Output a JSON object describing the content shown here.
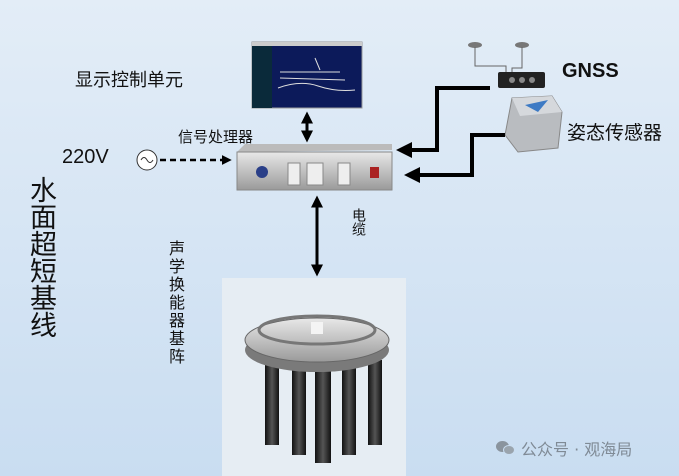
{
  "labels": {
    "display_unit": "显示控制单元",
    "processor": "信号处理器",
    "voltage": "220V",
    "gnss": "GNSS",
    "attitude": "姿态传感器",
    "cable": "电缆",
    "title": "水面超短基线",
    "transducer": "声学换能器基阵"
  },
  "watermark": {
    "text": "公众号 · 观海局",
    "icon": "wechat-icon"
  },
  "colors": {
    "background": "#d6e5f4",
    "arrow": "#000000",
    "screen": "#0c1a5a"
  }
}
